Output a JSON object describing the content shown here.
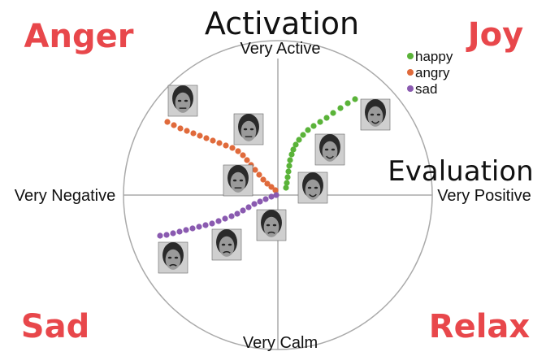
{
  "title": "Activation",
  "evaluation_label": "Evaluation",
  "axis_ends": {
    "top": "Very Active",
    "bottom": "Very Calm",
    "left": "Very Negative",
    "right": "Very Positive"
  },
  "corners": {
    "top_left": "Anger",
    "top_right": "Joy",
    "bottom_left": "Sad",
    "bottom_right": "Relax"
  },
  "legend": [
    {
      "label": "happy",
      "color": "#5ab339"
    },
    {
      "label": "angry",
      "color": "#e06a3b"
    },
    {
      "label": "sad",
      "color": "#8a5ab0"
    }
  ],
  "colors": {
    "corner_text": "#e8474b",
    "circle": "#aaaaaa",
    "axis": "#aaaaaa"
  },
  "faces": [
    {
      "expression": "angry"
    },
    {
      "expression": "angry"
    },
    {
      "expression": "angry"
    },
    {
      "expression": "happy"
    },
    {
      "expression": "happy"
    },
    {
      "expression": "happy"
    },
    {
      "expression": "sad"
    },
    {
      "expression": "sad"
    },
    {
      "expression": "sad"
    }
  ]
}
